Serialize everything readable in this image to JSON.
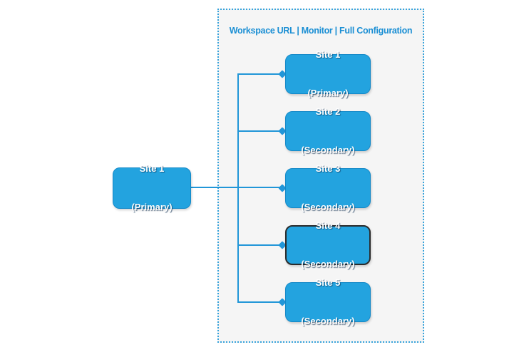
{
  "diagram": {
    "title": "Workspace URL | Monitor | Full Configuration",
    "primary_node": {
      "name": "Site 1",
      "role": "(Primary)"
    },
    "sites": [
      {
        "name": "Site 1",
        "role": "(Primary)",
        "highlighted": false
      },
      {
        "name": "Site 2",
        "role": "(Secondary)",
        "highlighted": false
      },
      {
        "name": "Site 3",
        "role": "(Secondary)",
        "highlighted": false
      },
      {
        "name": "Site 4",
        "role": "(Secondary)",
        "highlighted": true
      },
      {
        "name": "Site 5",
        "role": "(Secondary)",
        "highlighted": false
      }
    ],
    "colors": {
      "node_fill": "#23A3DF",
      "node_border": "#1489C8",
      "highlight_border": "#2B2B2B",
      "connector": "#2196D8",
      "container_border": "#38A3DB",
      "container_bg": "#F5F5F5",
      "title": "#1B8FD4",
      "node_text": "#FFFFFF"
    }
  }
}
